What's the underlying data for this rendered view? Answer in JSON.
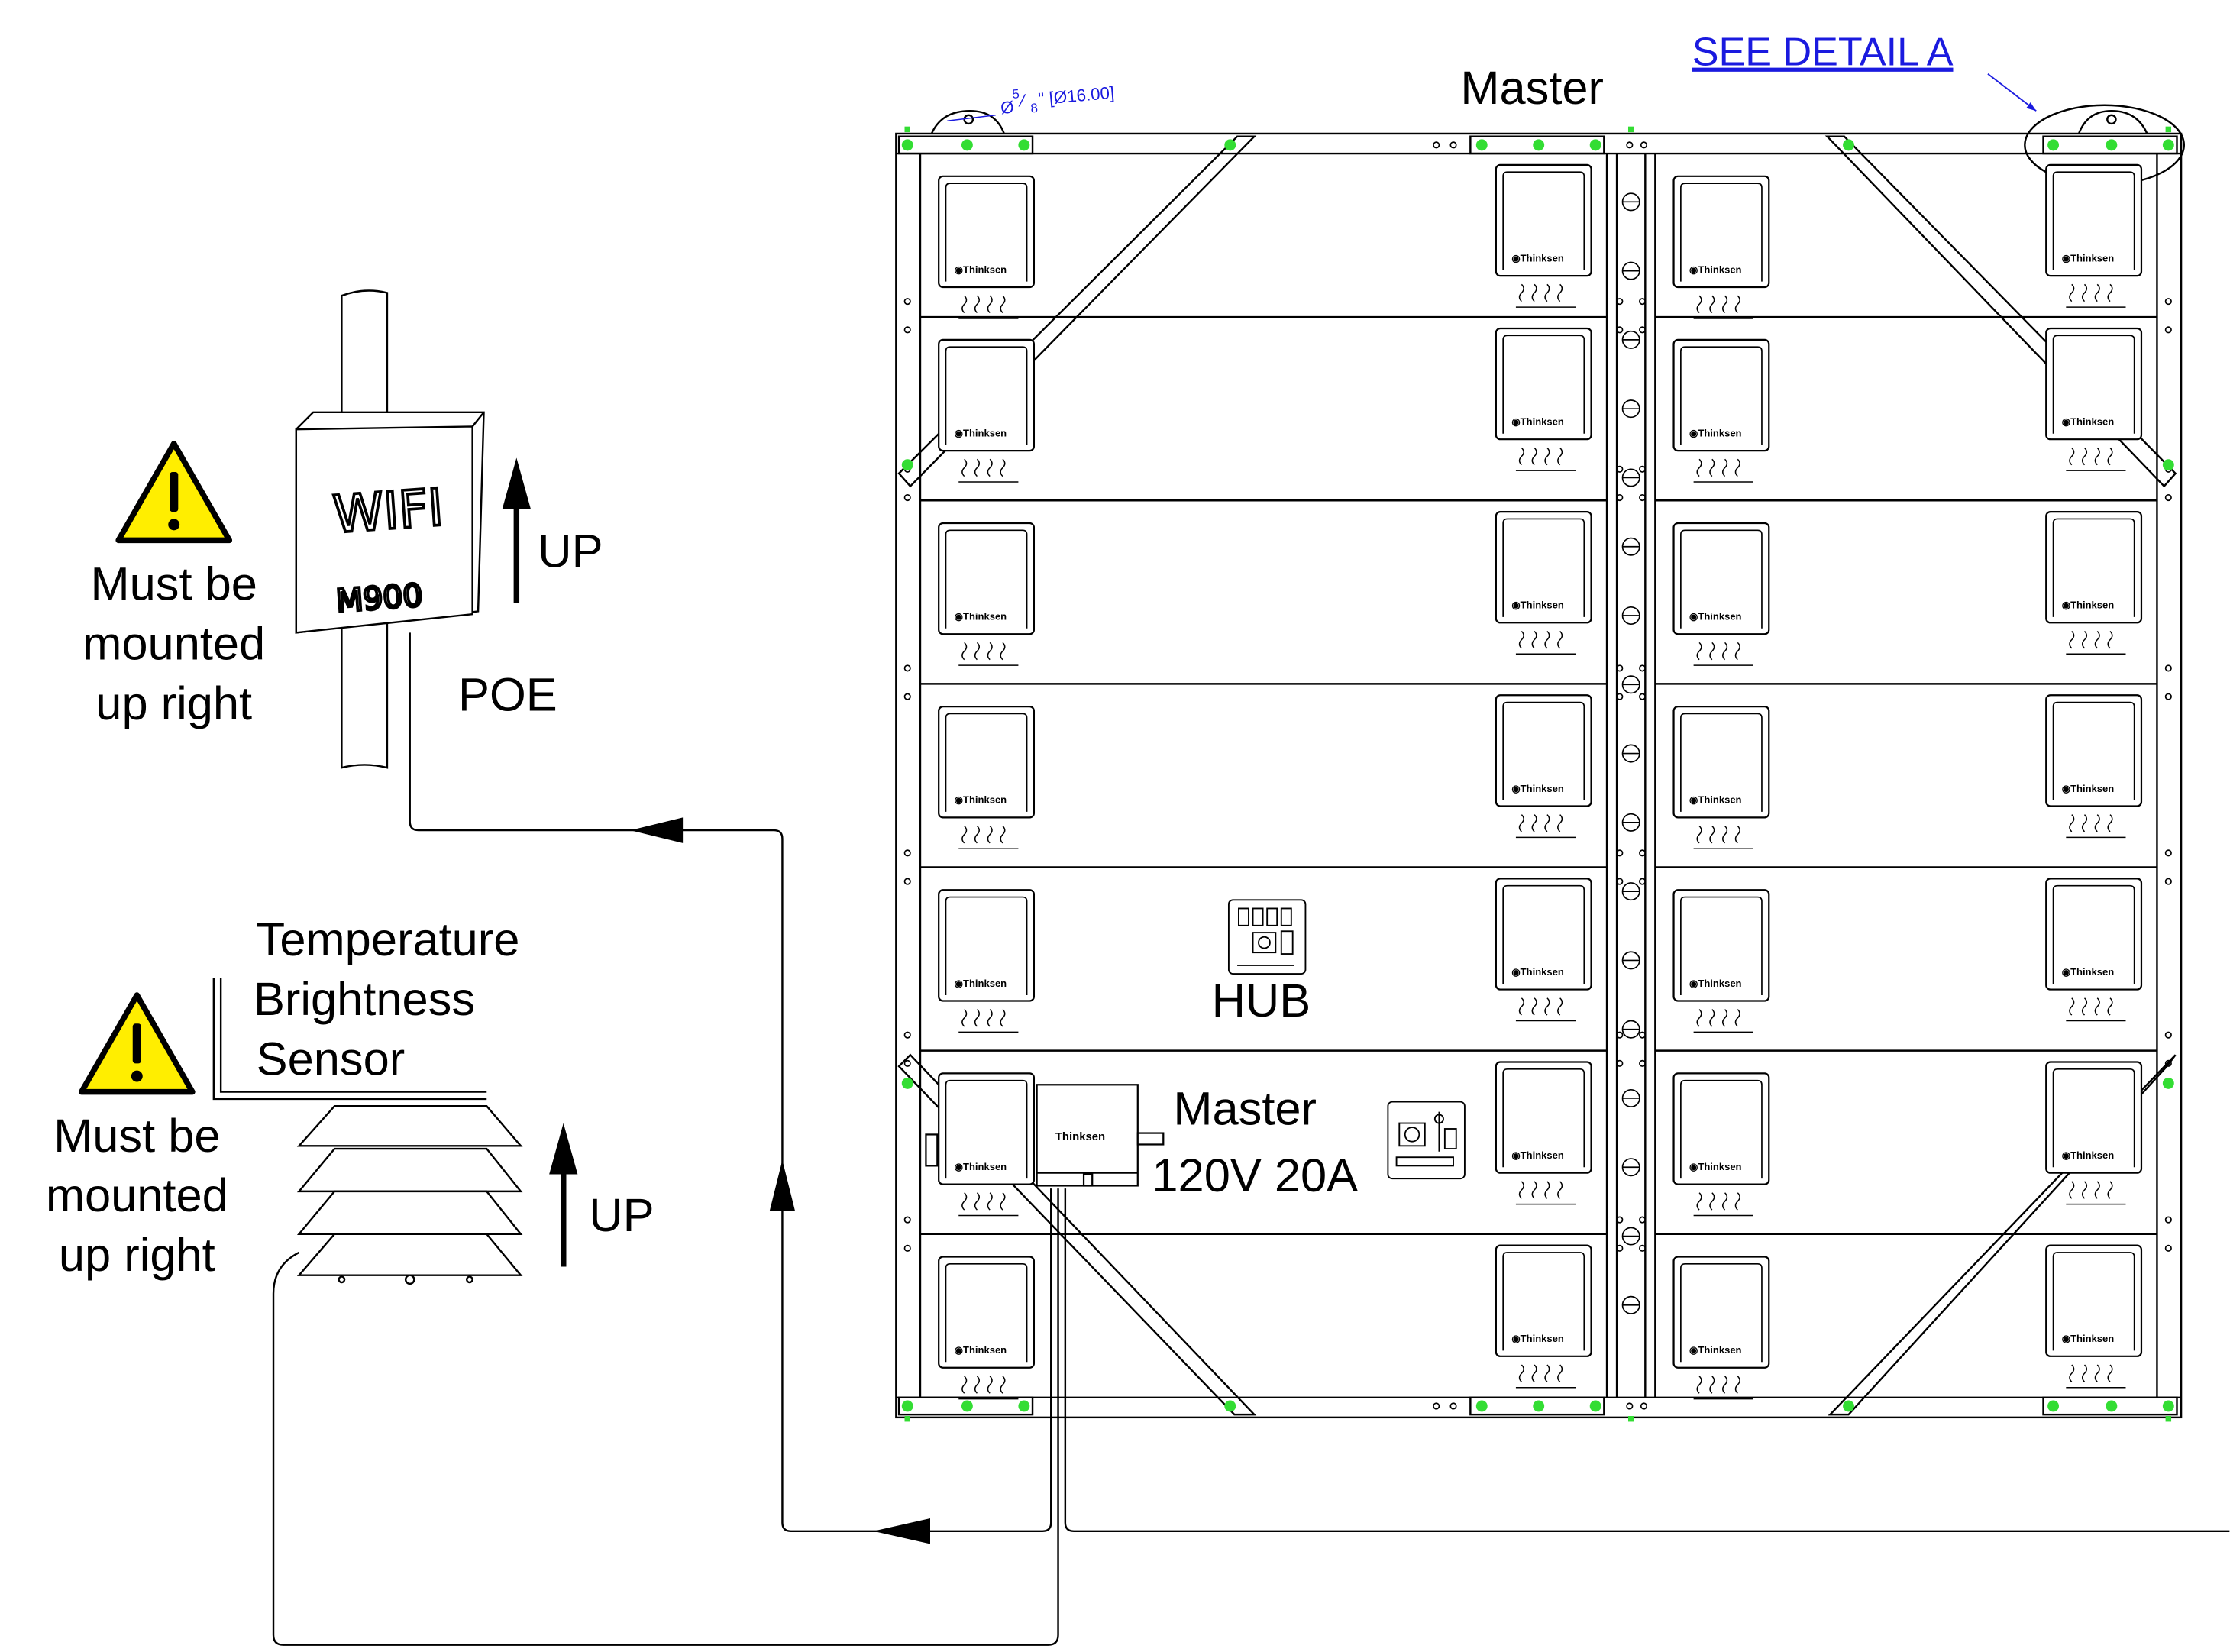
{
  "detail_link": "SEE DETAIL A",
  "dimension": {
    "prefix": "Ø",
    "frac_num": "5",
    "frac_den": "8",
    "suffix": "\" [Ø16.00]"
  },
  "labels": {
    "master_top": "Master",
    "hub": "HUB",
    "master_box": "Master",
    "power": "120V 20A",
    "poe": "POE",
    "up": "UP",
    "sensor_lines": [
      "Temperature",
      "Brightness",
      "Sensor"
    ],
    "warning_lines": [
      "Must be",
      "mounted",
      "up right"
    ]
  },
  "wifi": {
    "title": "WIFI",
    "model": "M900"
  },
  "module_brand": "Thinksen",
  "colors": {
    "line": "#000000",
    "marker": "#33dd33",
    "link": "#1a1adf",
    "warning_fill": "#ffee00"
  },
  "icons": [
    "warning-icon",
    "up-arrow-icon",
    "flow-arrow-icon"
  ]
}
